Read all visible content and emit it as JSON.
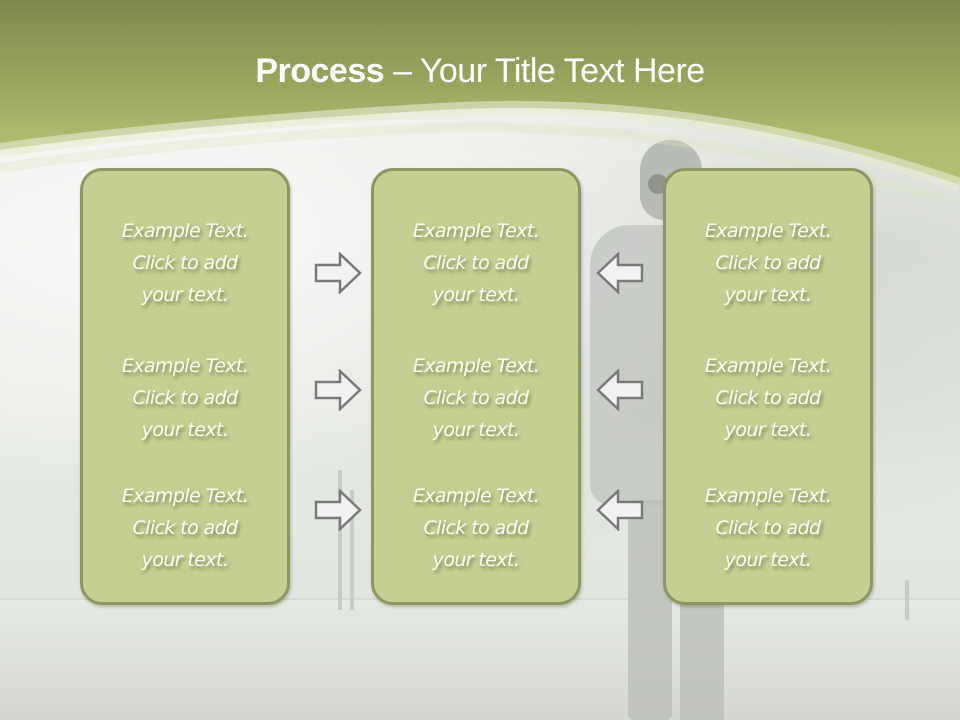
{
  "slide": {
    "title_bold": "Process",
    "title_rest": " – Your Title Text Here",
    "colors": {
      "header_dark": "#7f884f",
      "header_light": "#b0bb71",
      "box_fill": "#c6cf92",
      "box_border": "#8d9762",
      "arrow_fill": "#f2f2f2",
      "arrow_stroke": "#7a7a7a",
      "text": "#ffffff"
    }
  },
  "columns": [
    {
      "items": [
        {
          "line1": "Example Text.",
          "line2": "Click  to add",
          "line3": "your text."
        },
        {
          "line1": "Example Text.",
          "line2": "Click  to add",
          "line3": "your text."
        },
        {
          "line1": "Example Text.",
          "line2": "Click  to add",
          "line3": "your text."
        }
      ]
    },
    {
      "items": [
        {
          "line1": "Example Text.",
          "line2": "Click  to add",
          "line3": "your text."
        },
        {
          "line1": "Example Text.",
          "line2": "Click  to add",
          "line3": "your text."
        },
        {
          "line1": "Example Text.",
          "line2": "Click  to add",
          "line3": "your text."
        }
      ]
    },
    {
      "items": [
        {
          "line1": "Example Text.",
          "line2": "Click  to add",
          "line3": "your text."
        },
        {
          "line1": "Example Text.",
          "line2": "Click  to add",
          "line3": "your text."
        },
        {
          "line1": "Example Text.",
          "line2": "Click  to add",
          "line3": "your text."
        }
      ]
    }
  ],
  "arrows": {
    "left_group": "arrow-right-icon",
    "right_group": "arrow-left-icon"
  }
}
